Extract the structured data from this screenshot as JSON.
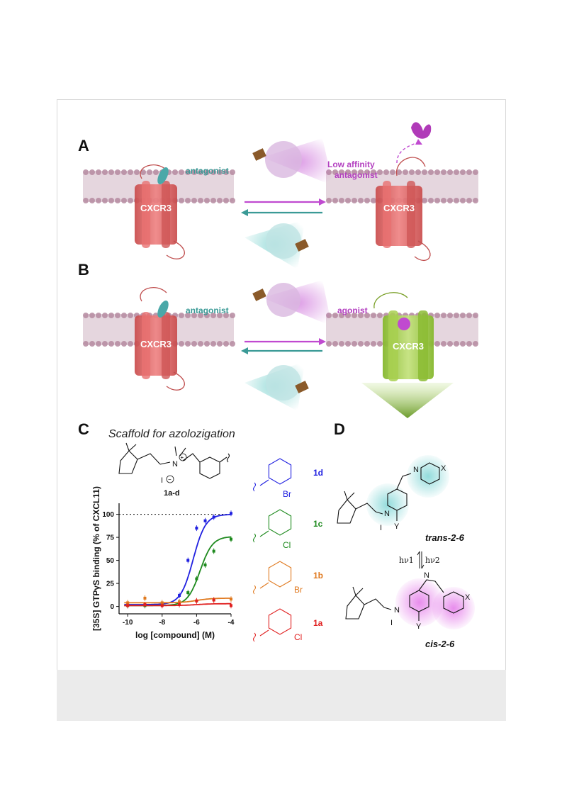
{
  "panels": {
    "a": "A",
    "b": "B",
    "c": "C",
    "d": "D"
  },
  "panel_a": {
    "left_receptor": "CXCR3",
    "left_ligand": "antagonist",
    "right_receptor": "CXCR3",
    "right_ligand_line1": "Low affinity",
    "right_ligand_line2": "antagonist"
  },
  "panel_b": {
    "left_receptor": "CXCR3",
    "left_ligand": "antagonist",
    "right_receptor": "CXCR3",
    "right_ligand": "agonist"
  },
  "panel_c": {
    "scaffold_title": "Scaffold for azolozigation",
    "scaffold_label": "1a-d",
    "compounds": [
      {
        "id": "1d",
        "substituent": "Br",
        "color": "#2020e0"
      },
      {
        "id": "1c",
        "substituent": "Cl",
        "color": "#1e8a1e"
      },
      {
        "id": "1b",
        "substituent": "Br",
        "color": "#e07a20"
      },
      {
        "id": "1a",
        "substituent": "Cl",
        "color": "#e02020"
      }
    ]
  },
  "panel_d": {
    "trans_label": "trans-2-6",
    "cis_label": "cis-2-6",
    "hv1": "hν1",
    "hv2": "hν2"
  },
  "colors": {
    "teal": "#5fc8c4",
    "magenta": "#c04ad0",
    "receptor": "#e06060",
    "active_receptor": "#9ccc3c",
    "membrane": "#b58aa0"
  },
  "chart_data": {
    "type": "line",
    "xlabel": "log [compound] (M)",
    "ylabel": "[35S] GTPγS binding (% of CXCL11)",
    "xlim": [
      -10.5,
      -4
    ],
    "ylim": [
      -8,
      112
    ],
    "xticks": [
      -10,
      -8,
      -6,
      -4
    ],
    "yticks": [
      0,
      25,
      50,
      75,
      100
    ],
    "reference_line": 100,
    "series": [
      {
        "name": "1d",
        "color": "#2020e0",
        "x": [
          -10,
          -9,
          -8,
          -7,
          -6.5,
          -6,
          -5.5,
          -5,
          -4
        ],
        "y": [
          2,
          2,
          2,
          12,
          50,
          85,
          93,
          97,
          101
        ],
        "fit": {
          "bottom": 2,
          "top": 100,
          "logEC50": -6.2,
          "hill": 1.2
        }
      },
      {
        "name": "1c",
        "color": "#1e8a1e",
        "x": [
          -10,
          -9,
          -8,
          -7,
          -6.5,
          -6,
          -5.5,
          -5,
          -4
        ],
        "y": [
          1,
          1,
          2,
          5,
          15,
          30,
          45,
          60,
          73
        ],
        "fit": {
          "bottom": 1,
          "top": 76,
          "logEC50": -5.8,
          "hill": 1.2
        }
      },
      {
        "name": "1b",
        "color": "#e07a20",
        "x": [
          -10,
          -9,
          -8,
          -7,
          -6,
          -5,
          -4
        ],
        "y": [
          4,
          9,
          4,
          5,
          6,
          7,
          8
        ],
        "fit": {
          "bottom": 4,
          "top": 9,
          "logEC50": -6,
          "hill": 1
        }
      },
      {
        "name": "1a",
        "color": "#e02020",
        "x": [
          -10,
          -9,
          -8,
          -7,
          -6,
          -5,
          -4
        ],
        "y": [
          1,
          2,
          1,
          2,
          6,
          7,
          1
        ],
        "fit": {
          "bottom": 1,
          "top": 3,
          "logEC50": -6,
          "hill": 1
        }
      }
    ]
  }
}
